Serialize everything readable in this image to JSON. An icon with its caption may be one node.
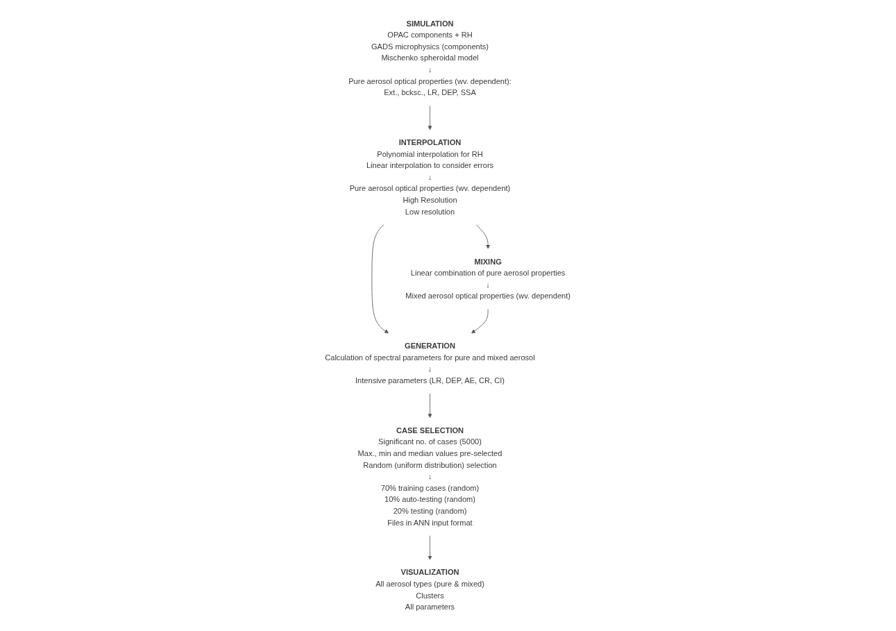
{
  "diagram": {
    "nodes": [
      {
        "text": [
          "SIMULATION",
          "OPAC components + RH",
          "GADS microphysics (components)",
          "Mischenko spheroidal model",
          "↓",
          "Pure aerosol optical properties (wv. dependent):",
          "Ext., bcksc., LR, DEP, SSA"
        ]
      },
      {
        "text": [
          "INTERPOLATION",
          "Polynomial interpolation for RH",
          "Linear interpolation to consider errors",
          "↓",
          "Pure aerosol optical properties (wv. dependent)",
          "High Resolution",
          "Low resolution"
        ]
      },
      {
        "text": [
          "MIXING",
          "Linear combination of pure aerosol properties",
          "↓",
          "Mixed aerosol optical properties (wv. dependent)"
        ]
      },
      {
        "text": [
          "GENERATION",
          "Calculation of spectral parameters for pure and mixed aerosol",
          "↓",
          "Intensive parameters (LR, DEP, AE, CR, CI)"
        ]
      },
      {
        "text": [
          "CASE SELECTION",
          "Significant no. of cases (5000)",
          "Max., min and median values pre-selected",
          "Random (uniform distribution) selection",
          "↓",
          "70% training cases (random)",
          "10% auto-testing (random)",
          "20% testing (random)",
          "Files in ANN input format"
        ]
      },
      {
        "text": [
          "VISUALIZATION",
          "All aerosol types (pure & mixed)",
          "Clusters",
          "All parameters"
        ]
      }
    ],
    "edges": [
      {
        "from": 0,
        "to": 1,
        "arrow": "to"
      },
      {
        "from": 1,
        "to": 3,
        "arrow": "to"
      },
      {
        "from": 1,
        "to": 2,
        "arrow": "to"
      },
      {
        "from": 2,
        "to": 3,
        "arrow": "to"
      },
      {
        "from": 3,
        "to": 4,
        "arrow": "to"
      },
      {
        "from": 4,
        "to": 5,
        "arrow": "to"
      }
    ]
  }
}
